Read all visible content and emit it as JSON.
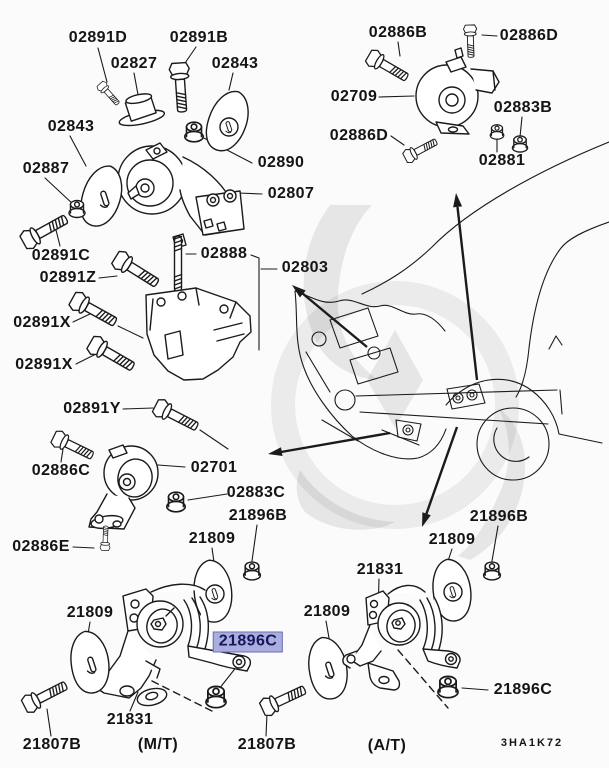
{
  "diagram": {
    "code": "3HA1K72",
    "highlight_bg": "#a9aede",
    "highlight_border": "#6b71b8",
    "line_color": "#1b1b1b"
  },
  "labels": [
    {
      "text": "02891D"
    },
    {
      "text": "02827"
    },
    {
      "text": "02891B"
    },
    {
      "text": "02843"
    },
    {
      "text": "02886B"
    },
    {
      "text": "02886D"
    },
    {
      "text": "02709"
    },
    {
      "text": "02883B"
    },
    {
      "text": "02843"
    },
    {
      "text": "02887"
    },
    {
      "text": "02890"
    },
    {
      "text": "02886D"
    },
    {
      "text": "02881"
    },
    {
      "text": "02807"
    },
    {
      "text": "02891C"
    },
    {
      "text": "02888"
    },
    {
      "text": "02803"
    },
    {
      "text": "02891Z"
    },
    {
      "text": "02891X"
    },
    {
      "text": "02891X"
    },
    {
      "text": "02891Y"
    },
    {
      "text": "02886C"
    },
    {
      "text": "02701"
    },
    {
      "text": "02883C"
    },
    {
      "text": "21896B"
    },
    {
      "text": "02886E"
    },
    {
      "text": "21809"
    },
    {
      "text": "21896B"
    },
    {
      "text": "21809"
    },
    {
      "text": "21831"
    },
    {
      "text": "21809"
    },
    {
      "text": "21809"
    },
    {
      "text": "21896C"
    },
    {
      "text": "21831"
    },
    {
      "text": "21896C"
    },
    {
      "text": "21807B"
    },
    {
      "text": "(M/T)"
    },
    {
      "text": "21807B"
    },
    {
      "text": "(A/T)"
    }
  ]
}
